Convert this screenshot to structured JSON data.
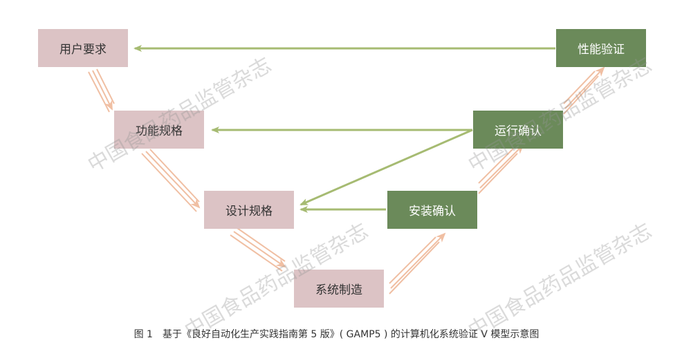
{
  "boxes": {
    "user_req": "用户要求",
    "func_spec": "功能规格",
    "design_spec": "设计规格",
    "system_build": "系统制造",
    "iq": "安装确认",
    "oq": "运行确认",
    "pq": "性能验证"
  },
  "colors": {
    "spec": "#dcc3c5",
    "verify": "#6b8a5a",
    "green_arrow": "#a6bb72",
    "orange_arrow": "#f0bfa3"
  },
  "watermark": "中国食品药品监管杂志",
  "caption": "图 1　基于《良好自动化生产实践指南第 5 版》( GAMP5 ) 的计算机化系统验证 V 模型示意图"
}
